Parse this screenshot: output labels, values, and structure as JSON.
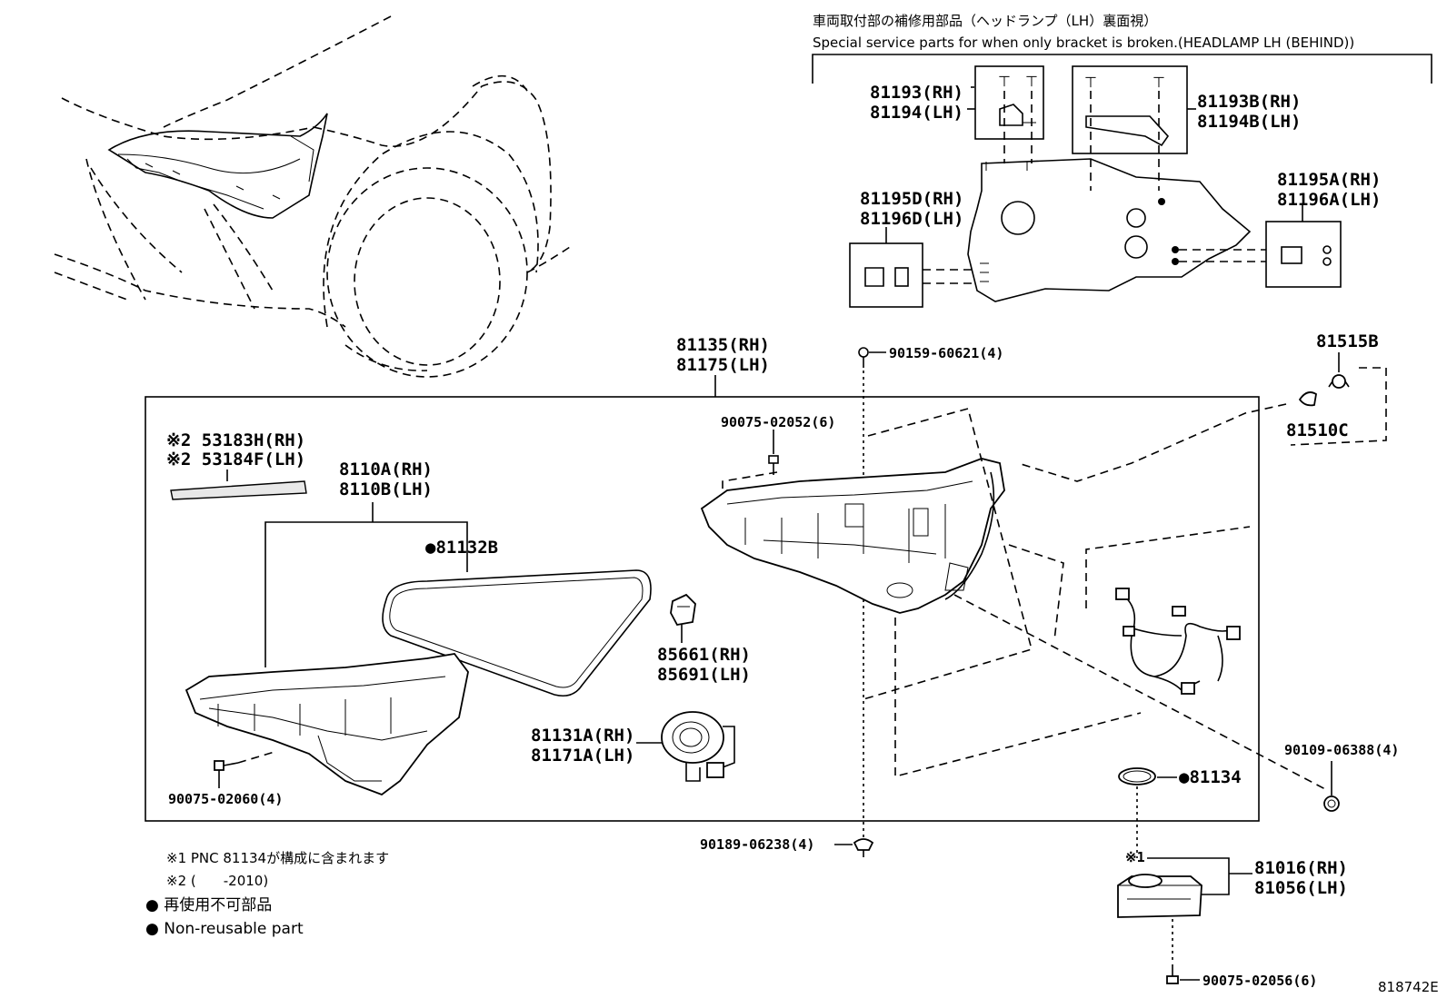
{
  "header": {
    "title_jp": "車両取付部の補修用部品（ヘッドランプ（LH）裏面視）",
    "title_en": "Special service parts for when only bracket is broken.(HEADLAMP LH (BEHIND))"
  },
  "callouts": {
    "p81193": "81193(RH)",
    "p81194": "81194(LH)",
    "p81193b": "81193B(RH)",
    "p81194b": "81194B(LH)",
    "p81195d": "81195D(RH)",
    "p81196d": "81196D(LH)",
    "p81195a": "81195A(RH)",
    "p81196a": "81196A(LH)",
    "p81135": "81135(RH)",
    "p81175": "81175(LH)",
    "p90159": "90159-60621(4)",
    "p81515b": "81515B",
    "p81510c": "81510C",
    "p90075_02052": "90075-02052(6)",
    "p53183h": "※2 53183H(RH)",
    "p53184f": "※2 53184F(LH)",
    "p8110a": "8110A(RH)",
    "p8110b": "8110B(LH)",
    "p81132b": "●81132B",
    "p85661": "85661(RH)",
    "p85691": "85691(LH)",
    "p81131a": "81131A(RH)",
    "p81171a": "81171A(LH)",
    "p90075_02060": "90075-02060(4)",
    "p90109": "90109-06388(4)",
    "p81134": "●81134",
    "p90189": "90189-06238(4)",
    "p_note1_mark": "※1",
    "p81016": "81016(RH)",
    "p81056": "81056(LH)",
    "p90075_02056": "90075-02056(6)"
  },
  "notes": {
    "note1": "※1 PNC 81134が構成に含まれます",
    "note2": "※2 (　　-2010)",
    "legend_jp": "● 再使用不可部品",
    "legend_en": "● Non-reusable part"
  },
  "diagram_id": "818742E"
}
